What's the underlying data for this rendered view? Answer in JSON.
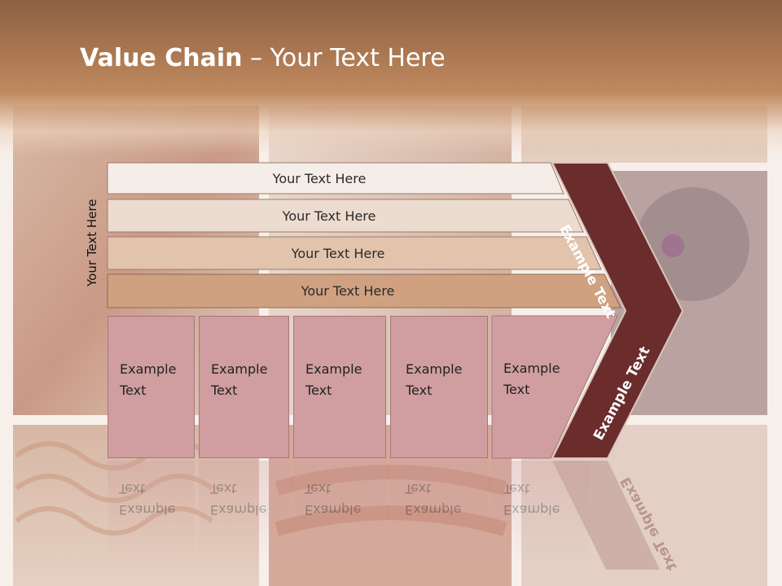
{
  "slide": {
    "title_bold": "Value Chain",
    "title_rest": " – Your Text Here",
    "vertical_label": "Your Text Here"
  },
  "rows": [
    {
      "label": "Your Text Here",
      "color": "#f5ede8"
    },
    {
      "label": "Your Text Here",
      "color": "#ecdbcf"
    },
    {
      "label": "Your Text Here",
      "color": "#e2c4ad"
    },
    {
      "label": "Your Text Here",
      "color": "#cfa180"
    }
  ],
  "boxes": [
    {
      "label": "Example\nText"
    },
    {
      "label": "Example\nText"
    },
    {
      "label": "Example\nText"
    },
    {
      "label": "Example\nText"
    },
    {
      "label": "Example\nText"
    }
  ],
  "arrow": {
    "upper_label": "Example Text",
    "lower_label": "Example Text",
    "color": "#6b2c2c"
  },
  "colors": {
    "box_fill": "#d09ea0",
    "header": "#a7744f"
  }
}
